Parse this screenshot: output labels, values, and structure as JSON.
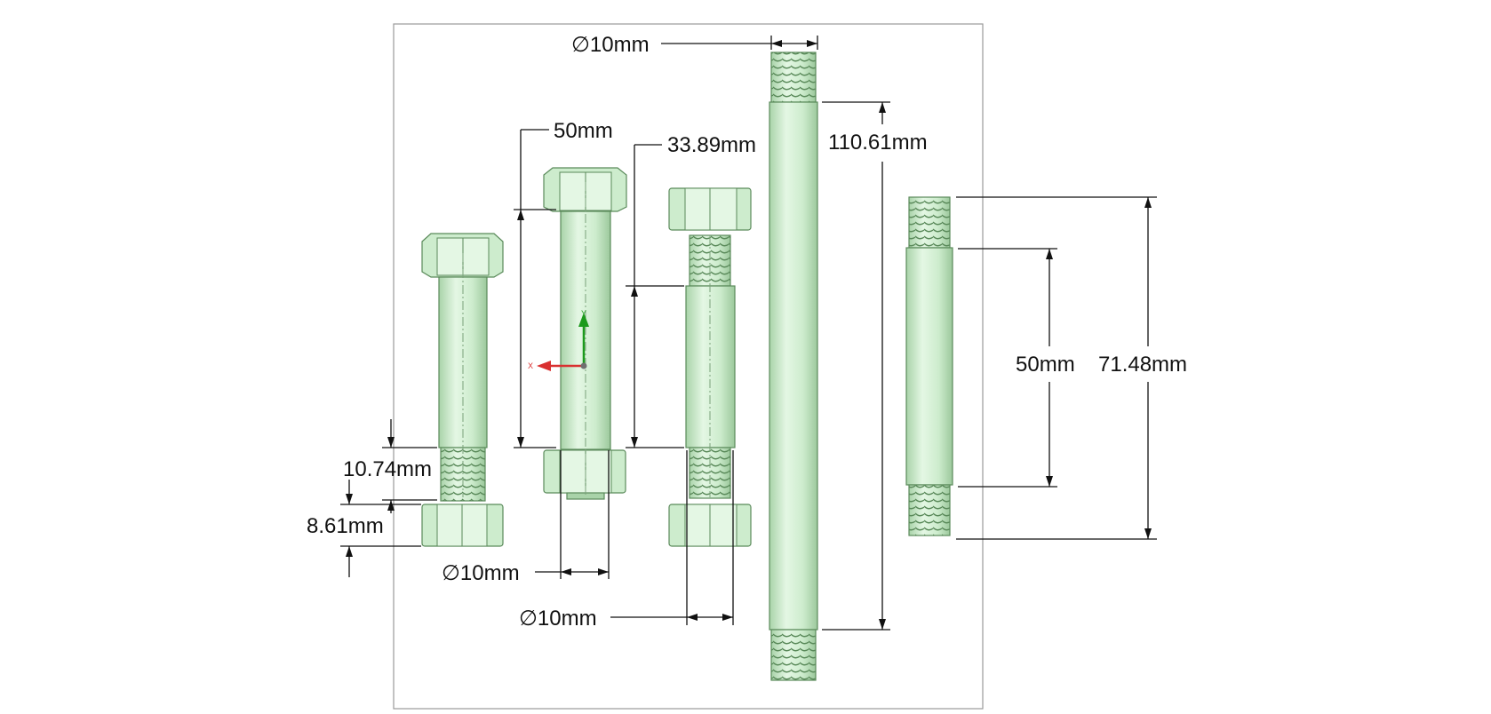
{
  "colors": {
    "part_fill": "#cdeccd",
    "part_light": "#e4f7e4",
    "part_shade": "#a9d3a9",
    "part_edge": "#5a8a5a",
    "dimension": "#111111",
    "frame": "#9a9a9a",
    "axis_x": "#d93030",
    "axis_y": "#1c9a1c"
  },
  "axes": {
    "x_label": "X",
    "y_label": "Y"
  },
  "dimensions": {
    "rod_diameter": "∅10mm",
    "stud_length": "110.61mm",
    "bolt2_length": "50mm",
    "bolt3_thread": "33.89mm",
    "bolt2_diameter": "∅10mm",
    "bolt3_diameter": "∅10mm",
    "bolt1_thread": "10.74mm",
    "nut_height": "8.61mm",
    "standoff_shaft": "50mm",
    "standoff_total": "71.48mm"
  },
  "icons": [
    "coordinate-axes-icon"
  ]
}
